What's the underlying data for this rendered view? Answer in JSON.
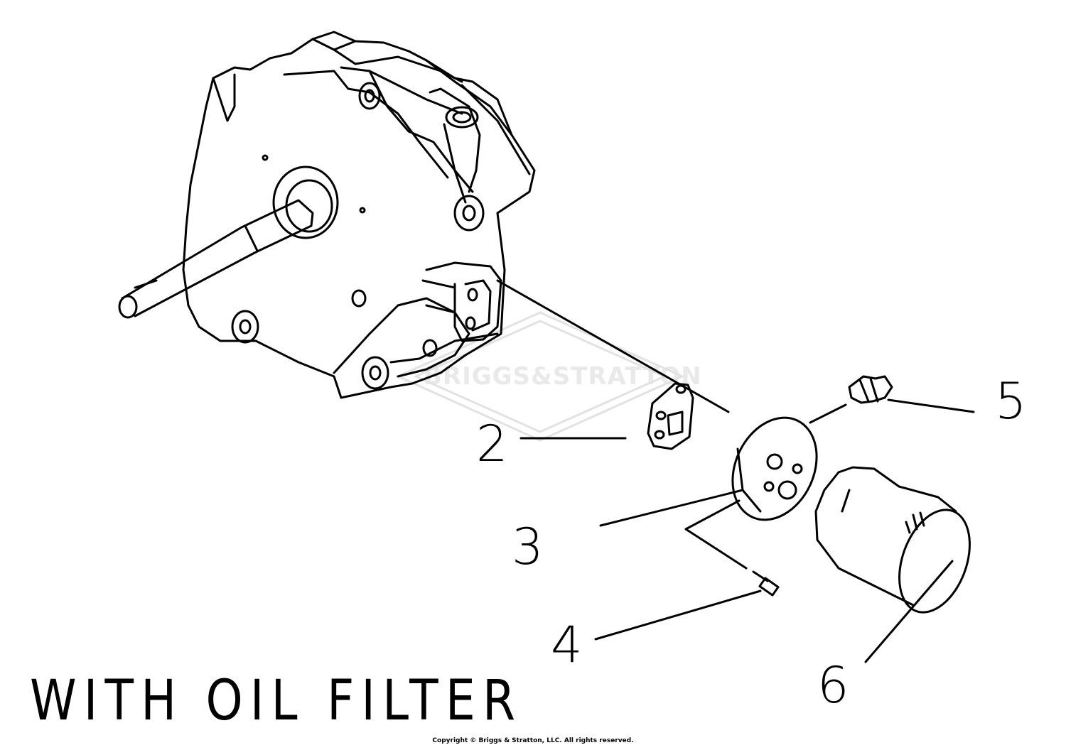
{
  "watermark": {
    "text": "BRIGGS&STRATTON"
  },
  "callouts": [
    {
      "id": "2",
      "label": "2"
    },
    {
      "id": "3",
      "label": "3"
    },
    {
      "id": "4",
      "label": "4"
    },
    {
      "id": "5",
      "label": "5"
    },
    {
      "id": "6",
      "label": "6"
    }
  ],
  "title": "WITH OIL FILTER",
  "copyright": "Copyright © Briggs & Stratton, LLC. All rights reserved."
}
